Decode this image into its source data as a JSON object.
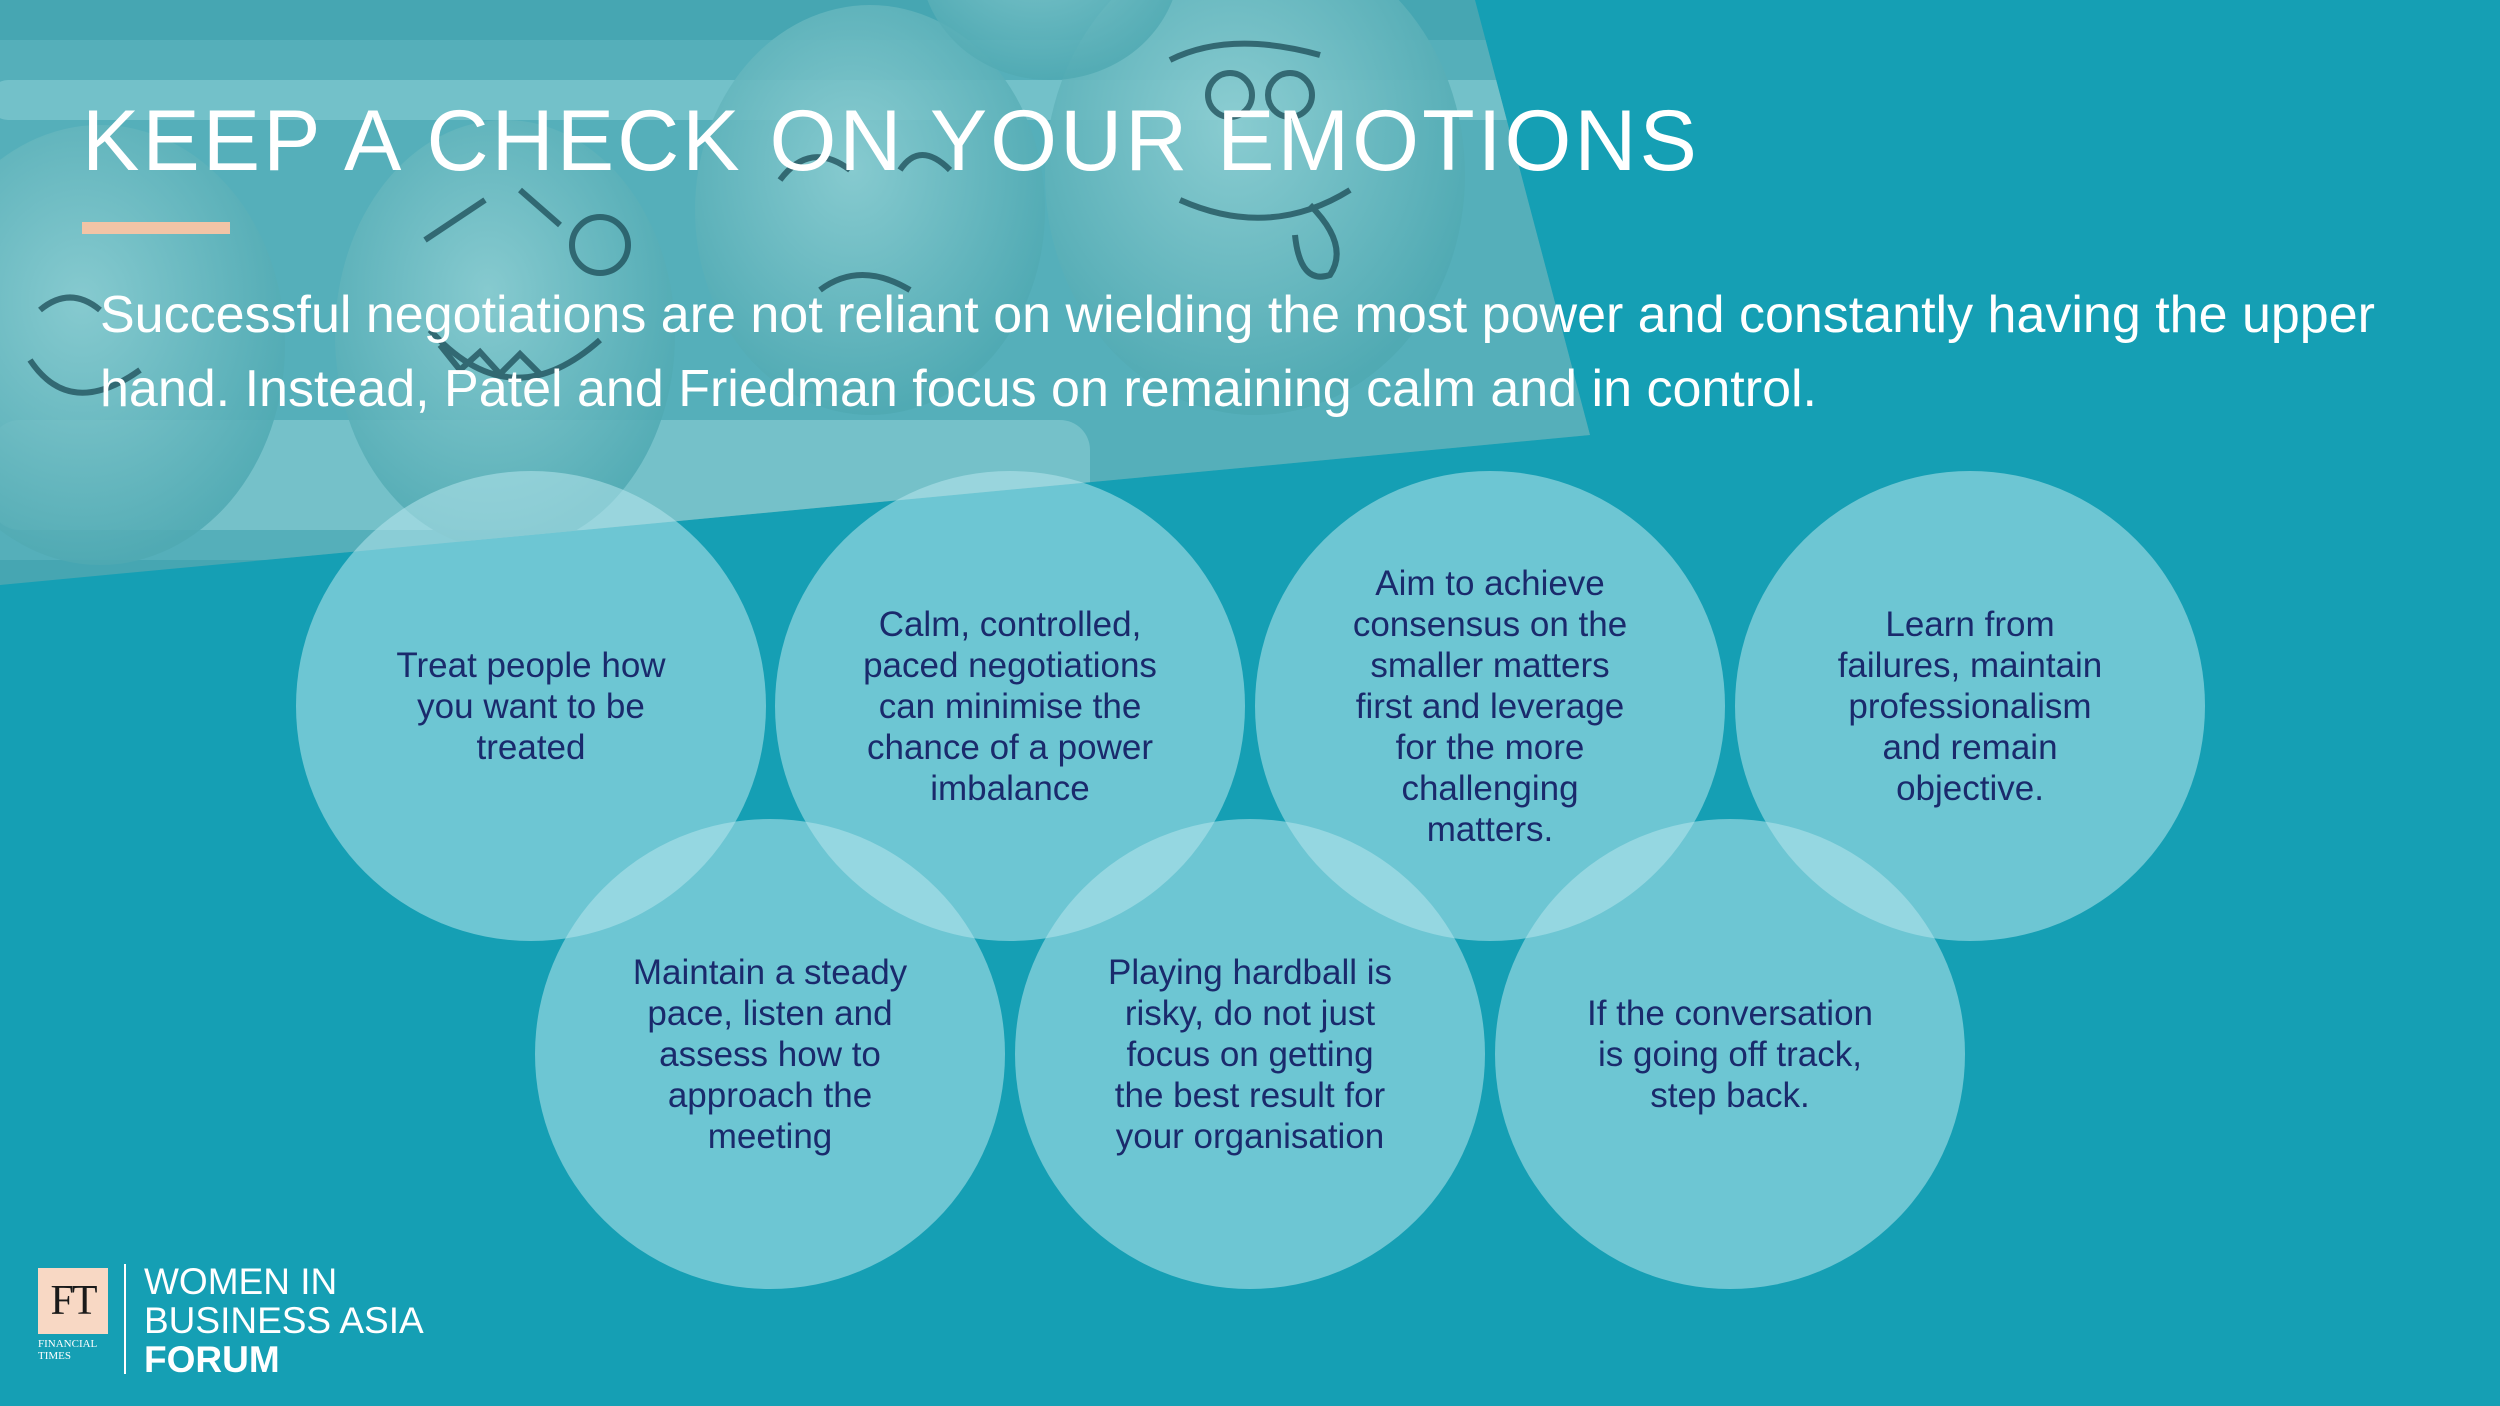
{
  "slide": {
    "title": "KEEP A CHECK ON YOUR EMOTIONS",
    "subtitle": "Successful negotiations are not reliant on wielding the most power and constantly having the upper hand. Instead, Patel and Friedman focus on remaining calm and in control."
  },
  "circles": [
    {
      "text": "Treat people how you want to be treated"
    },
    {
      "text": "Calm, controlled, paced negotiations can minimise the chance of a power imbalance"
    },
    {
      "text": "Aim to achieve consensus on the smaller matters first and leverage for the more challenging matters."
    },
    {
      "text": "Learn from failures, maintain professionalism and remain objective."
    },
    {
      "text": "Maintain a steady pace, listen and assess how to approach the meeting"
    },
    {
      "text": "Playing hardball is risky, do not just focus on getting the best result for your organisation"
    },
    {
      "text": "If the conversation is going off track, step back."
    }
  ],
  "logo": {
    "ft": "FT",
    "ft_sub": "Financial Times",
    "line1": "WOMEN IN",
    "line2": "BUSINESS ASIA",
    "line3": "FORUM"
  },
  "colors": {
    "background": "#159fb4",
    "circle_fill": "#b6e6ec",
    "circle_text": "#1a2a6c",
    "title_accent": "#f2c4a6",
    "ft_box": "#f8d8c4"
  },
  "icons": {
    "photo": "eggs-with-faces-photo"
  }
}
